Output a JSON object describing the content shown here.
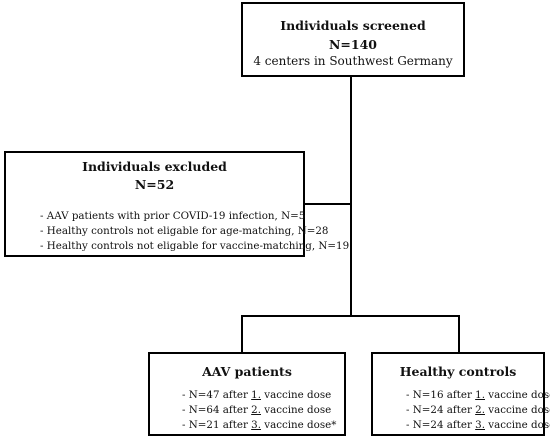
{
  "screened": {
    "title": "Individuals screened",
    "n": "N=140",
    "subtitle": "4 centers in Southwest Germany"
  },
  "excluded": {
    "title": "Individuals excluded",
    "n": "N=52",
    "items": [
      "- AAV patients with prior COVID-19 infection, N=5",
      "- Healthy controls not eligable for age-matching, N=28",
      "- Healthy controls not eligable for vaccine-matching, N=19"
    ]
  },
  "aav": {
    "title": "AAV patients",
    "items": [
      {
        "pre": "- N=47 after ",
        "num": "1.",
        "post": " vaccine dose"
      },
      {
        "pre": "- N=64 after ",
        "num": "2.",
        "post": " vaccine dose"
      },
      {
        "pre": "- N=21 after ",
        "num": "3.",
        "post": " vaccine dose*"
      }
    ]
  },
  "healthy": {
    "title": "Healthy controls",
    "items": [
      {
        "pre": "- N=16 after ",
        "num": "1.",
        "post": " vaccine dose"
      },
      {
        "pre": "- N=24 after ",
        "num": "2.",
        "post": " vaccine dose"
      },
      {
        "pre": "- N=24 after ",
        "num": "3.",
        "post": " vaccine dose"
      }
    ]
  }
}
